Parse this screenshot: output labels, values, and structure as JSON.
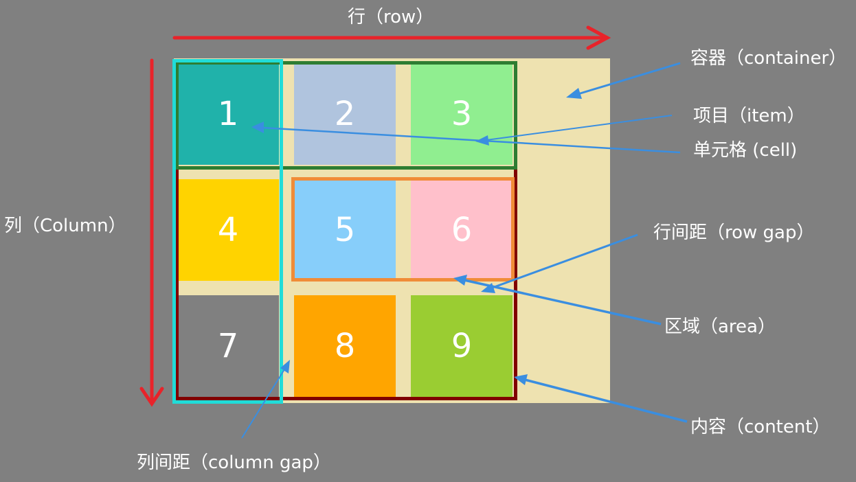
{
  "labels": {
    "row": "行（row）",
    "column": "列（Column）",
    "container": "容器（container）",
    "item": "项目（item）",
    "cell": "单元格 (cell)",
    "row_gap": "行间距（row gap）",
    "area": "区域（area）",
    "content": "内容（content）",
    "column_gap": "列间距（column gap）"
  },
  "cells": [
    "1",
    "2",
    "3",
    "4",
    "5",
    "6",
    "7",
    "8",
    "9"
  ],
  "colors": {
    "background": "#808080",
    "container": "#EEE2B0",
    "red_arrow": "#E8232A",
    "blue_arrow": "#3A8EE0",
    "content_border": "#800000",
    "row_border": "#2E7D32",
    "column_border": "#20DCD8",
    "area_border": "#F08C38",
    "cell_colors": [
      "#20B2AA",
      "#B0C4DE",
      "#90EE90",
      "#FFD300",
      "#87CEFA",
      "#FFC0CB",
      "#808080",
      "#FFA500",
      "#9ACD32"
    ]
  }
}
